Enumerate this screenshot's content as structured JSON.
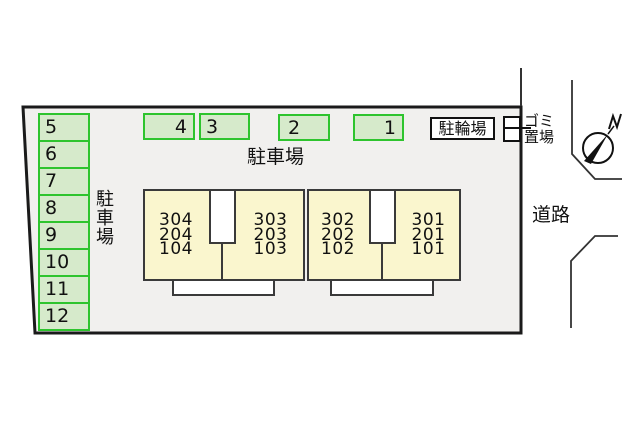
{
  "plan": {
    "left_parking": {
      "vertical_label": "駐車場",
      "spaces": [
        "5",
        "6",
        "7",
        "8",
        "9",
        "10",
        "11",
        "12"
      ]
    },
    "top_parking": {
      "label": "駐車場",
      "spaces": [
        "4",
        "3",
        "2",
        "1"
      ]
    },
    "bicycle_area": {
      "label": "駐輪場"
    },
    "garbage_area": {
      "line1": "ゴミ",
      "line2": "置場"
    },
    "road": {
      "label": "道路"
    },
    "compass": {
      "icon": "north-arrow-icon"
    },
    "building": {
      "blocks": [
        {
          "left": [
            "304",
            "204",
            "104"
          ],
          "right": [
            "303",
            "203",
            "103"
          ]
        },
        {
          "left": [
            "302",
            "202",
            "102"
          ],
          "right": [
            "301",
            "201",
            "101"
          ]
        }
      ]
    },
    "colors": {
      "site_fill": "#f1f0ee",
      "parking_fill": "#d6eacb",
      "parking_border": "#2ec42e",
      "building_fill": "#faf6ce",
      "outline": "#1a1a1a"
    }
  }
}
